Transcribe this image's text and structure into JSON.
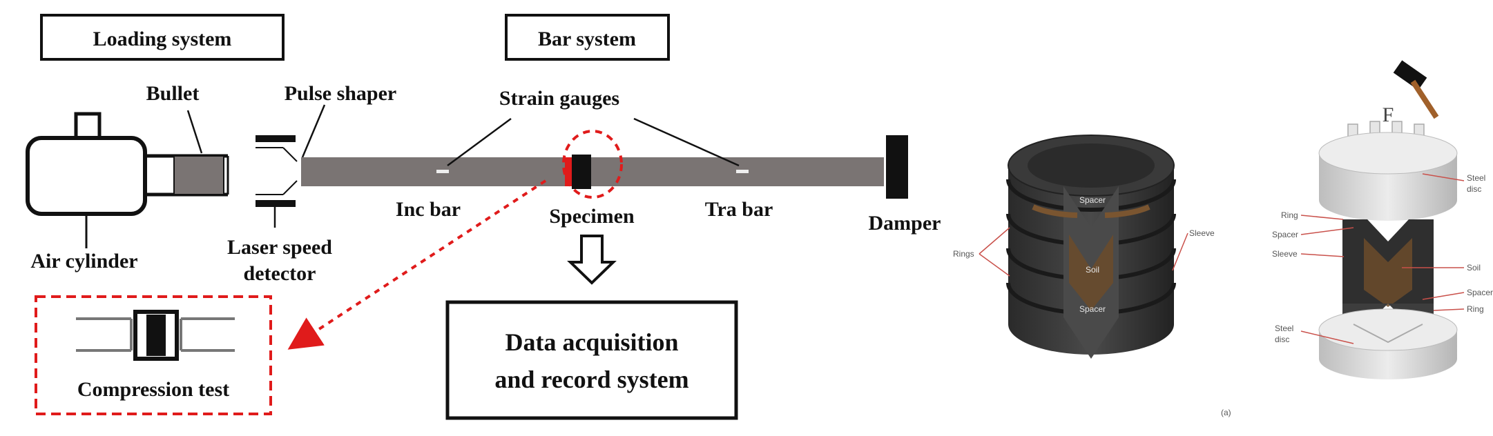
{
  "left_diagram": {
    "loading_system": "Loading system",
    "bar_system": "Bar system",
    "bullet": "Bullet",
    "pulse_shaper": "Pulse shaper",
    "strain_gauges": "Strain gauges",
    "air_cylinder": "Air cylinder",
    "laser_speed_detector_line1": "Laser speed",
    "laser_speed_detector_line2": "detector",
    "inc_bar": "Inc bar",
    "specimen": "Specimen",
    "tra_bar": "Tra bar",
    "damper": "Damper",
    "compression_test": "Compression test",
    "daq_line1": "Data acquisition",
    "daq_line2": "and record system"
  },
  "right_diagram": {
    "spacer_top": "Spacer",
    "soil": "Soil",
    "spacer_bottom": "Spacer",
    "rings": "Rings",
    "sleeve": "Sleeve",
    "force": "F",
    "steel_disc_top_line1": "Steel",
    "steel_disc_top_line2": "disc",
    "ring_top": "Ring",
    "spacer_left": "Spacer",
    "sleeve_left": "Sleeve",
    "soil_right": "Soil",
    "spacer_right": "Spacer",
    "ring_bottom": "Ring",
    "steel_disc_bottom_line1": "Steel",
    "steel_disc_bottom_line2": "disc",
    "sub_label": "(a)"
  },
  "colors": {
    "bar": "#7a7473",
    "specimen_outline": "#e01b1b",
    "soil": "#6b4b2a",
    "steel": "#d9d9d9"
  }
}
